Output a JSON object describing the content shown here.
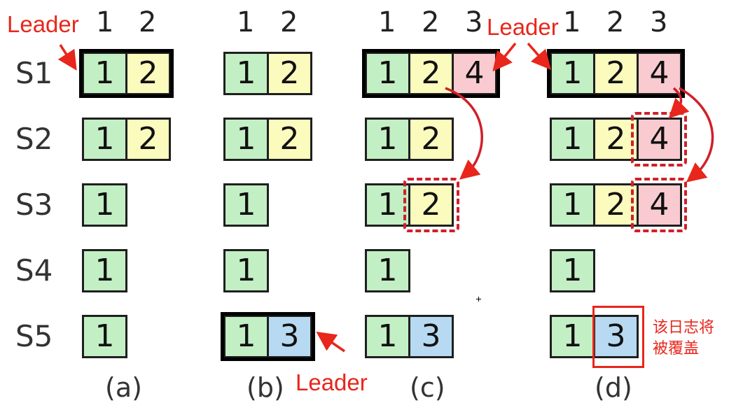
{
  "headers": {
    "a": [
      "1",
      "2"
    ],
    "b": [
      "1",
      "2"
    ],
    "c": [
      "1",
      "2",
      "3"
    ],
    "d": [
      "1",
      "2",
      "3"
    ]
  },
  "servers": [
    "S1",
    "S2",
    "S3",
    "S4",
    "S5"
  ],
  "captions": [
    "(a)",
    "(b)",
    "(c)",
    "(d)"
  ],
  "leader_label": "Leader",
  "note": {
    "line1": "该日志将",
    "line2": "被覆盖"
  },
  "logs": {
    "a": [
      [
        "1",
        "2"
      ],
      [
        "1",
        "2"
      ],
      [
        "1"
      ],
      [
        "1"
      ],
      [
        "1"
      ]
    ],
    "b": [
      [
        "1",
        "2"
      ],
      [
        "1",
        "2"
      ],
      [
        "1"
      ],
      [
        "1"
      ],
      [
        "1",
        "3"
      ]
    ],
    "c": [
      [
        "1",
        "2",
        "4"
      ],
      [
        "1",
        "2"
      ],
      [
        "1",
        "2"
      ],
      [
        "1"
      ],
      [
        "1",
        "3"
      ]
    ],
    "d": [
      [
        "1",
        "2",
        "4"
      ],
      [
        "1",
        "2",
        "4"
      ],
      [
        "1",
        "2",
        "4"
      ],
      [
        "1"
      ],
      [
        "1",
        "3"
      ]
    ]
  },
  "colors": {
    "term1": "#c3efc4",
    "term2": "#fbfbbe",
    "term3": "#b7daf2",
    "term4": "#f9cbd0",
    "annotation": "#e8261b"
  }
}
